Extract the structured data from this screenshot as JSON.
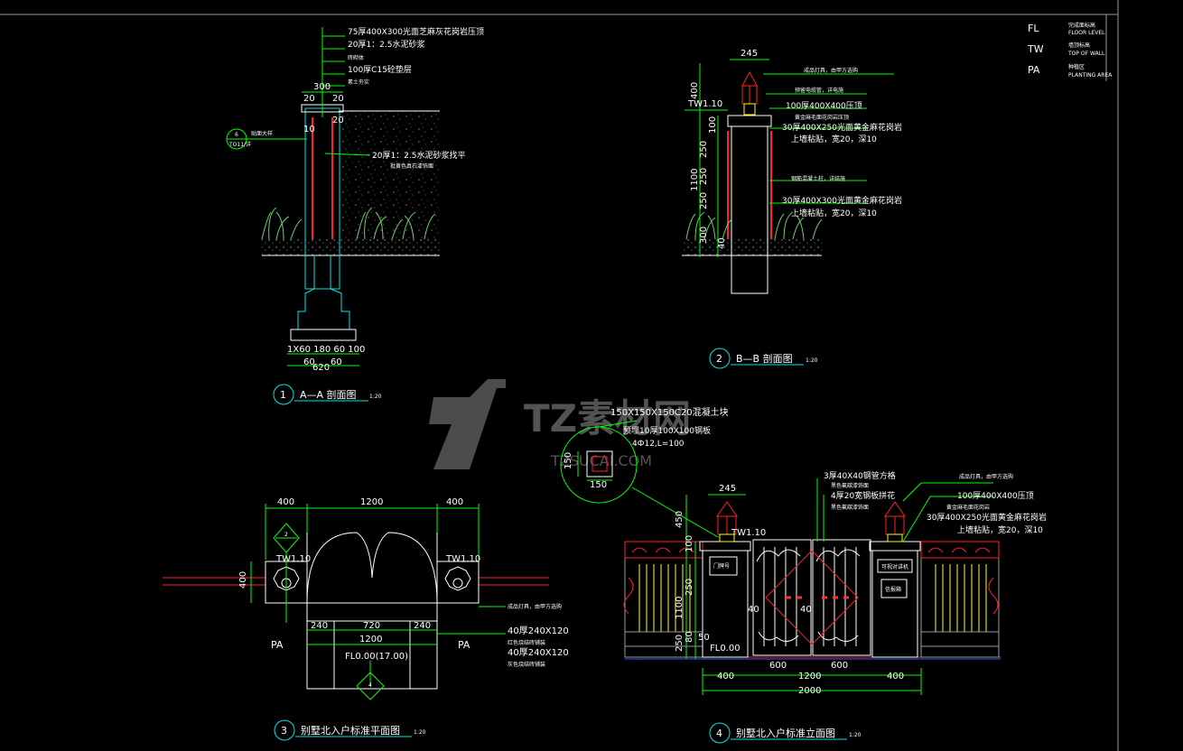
{
  "legend": [
    {
      "code": "FL",
      "cn": "完成面标高",
      "en": "FLOOR LEVEL"
    },
    {
      "code": "TW",
      "cn": "墙顶标高",
      "en": "TOP OF WALL"
    },
    {
      "code": "PA",
      "cn": "种植区",
      "en": "PLANTING AREA"
    }
  ],
  "watermark": {
    "brand": "TZ素材网",
    "url": "TZSUCAI.COM"
  },
  "aa": {
    "title": "A—A 剖面图",
    "scale": "1:20",
    "num": "1",
    "notes": [
      "75厚400X300光面芝麻灰花岗岩压顶",
      "20厚1：2.5水泥砂浆",
      "砖砌体",
      "100厚C15砼垫层",
      "素土夯实"
    ],
    "top_dim": "300",
    "dim_a": "20",
    "dim_b": "20",
    "dim_c": "20",
    "dim_d": "10",
    "side_note1": "20厚1：2.5水泥砂浆找平",
    "side_note2": "批黄色真石漆饰面",
    "callout_label": "贴面大样",
    "callout_num": "6",
    "callout_ref": "TO11/详",
    "base_dims": "1X60 180 60 100",
    "base_total": "620",
    "base_side": "60",
    "base_side2": "60"
  },
  "bb": {
    "title": "B—B 剖面图",
    "scale": "1:20",
    "num": "2",
    "top_dim": "245",
    "tw": "TW1.10",
    "dims_v": [
      "400",
      "100",
      "250",
      "250",
      "250",
      "300",
      "40",
      "1100"
    ],
    "notes": [
      "成品灯具，由甲方选购",
      "预留电缆管，详电施",
      "100厚400X400压顶",
      "黄金麻毛面花岗岩压顶",
      "30厚400X250光面黄金麻花岗岩",
      "上墙粘贴，宽20，深10",
      "钢筋混凝土柱，详结施",
      "30厚400X300光面黄金麻花岗岩",
      "上墙粘贴，宽20，深10"
    ]
  },
  "plan": {
    "title": "别墅北入户标准平面图",
    "scale": "1:20",
    "num": "3",
    "top_dims": [
      "400",
      "1200",
      "400"
    ],
    "side_dim": "400",
    "tw_left": "TW1.10",
    "tw_right": "TW1.10",
    "bottom_dims": [
      "240",
      "720",
      "240"
    ],
    "bottom_total": "1200",
    "pa_left": "PA",
    "pa_right": "PA",
    "fl": "FL0.00(17.00)",
    "callout": "2",
    "callout_ref": "4",
    "notes": [
      "成品灯具，由甲方选购",
      "40厚240X120",
      "红色烧结砖铺装",
      "40厚240X120",
      "灰色烧结砖铺装"
    ]
  },
  "detail": {
    "n1": "150X150X150C20混凝土块",
    "n2": "预埋10厚100X100钢板",
    "n3": "4Ф12,L=100",
    "d1": "150",
    "d2": "150"
  },
  "elev": {
    "title": "别墅北入户标准立面图",
    "scale": "1:20",
    "num": "4",
    "top_dim": "245",
    "tw": "TW1.10",
    "fl": "FL0.00",
    "v_dims": [
      "450",
      "1100",
      "80",
      "250",
      "100",
      "250",
      "50",
      "40",
      "40"
    ],
    "bottom_dims": [
      "400",
      "600",
      "600",
      "400"
    ],
    "mid_total": "1200",
    "total": "2000",
    "notes": [
      "3厚40X40钢管方格",
      "黑色氟碳漆饰面",
      "4厚20宽钢板拼花",
      "黑色氟碳漆饰面",
      "成品灯具，由甲方选购",
      "100厚400X400压顶",
      "黄金麻毛面花岗岩",
      "30厚400X250光面黄金麻花岗岩",
      "上墙粘贴，宽20，深10"
    ],
    "plaque1": "门牌号",
    "plaque2": "可视对讲机",
    "plaque3": "信报箱"
  }
}
